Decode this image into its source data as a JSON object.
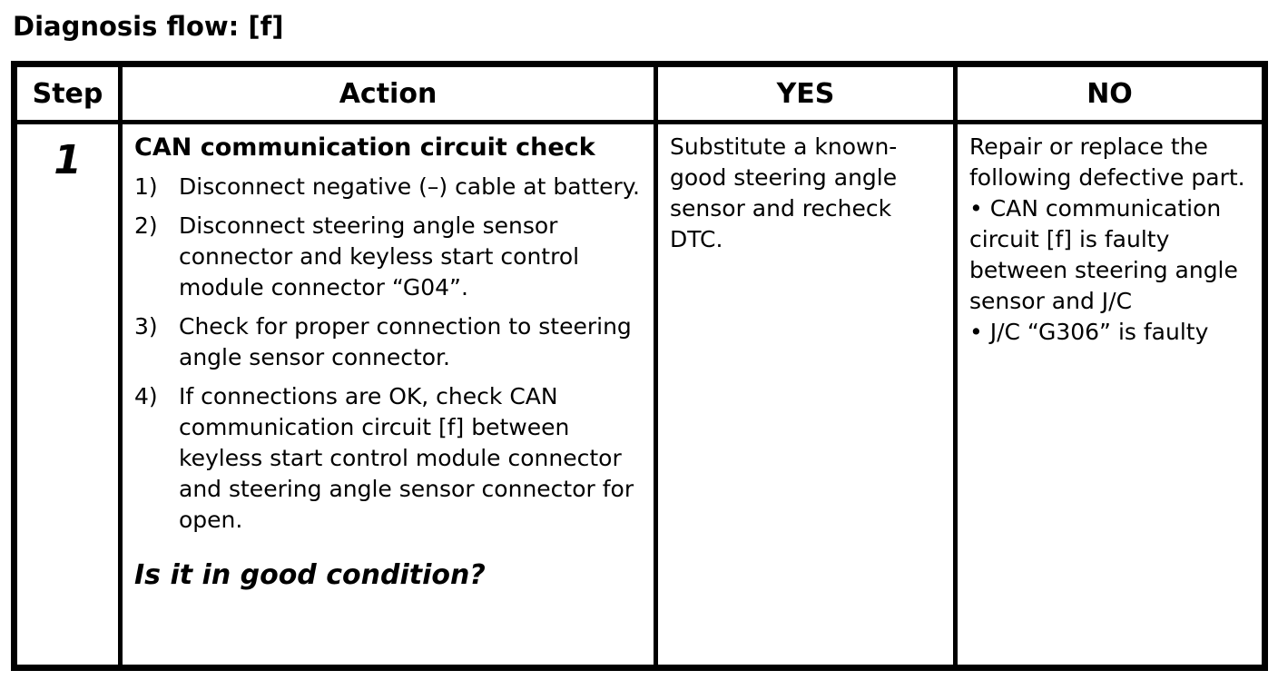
{
  "page": {
    "title": "Diagnosis flow: [f]"
  },
  "table": {
    "headers": {
      "step": "Step",
      "action": "Action",
      "yes": "YES",
      "no": "NO"
    },
    "rows": [
      {
        "step": "1",
        "action": {
          "heading": "CAN communication circuit check",
          "items": [
            {
              "num": "1)",
              "text": "Disconnect negative (–) cable at battery."
            },
            {
              "num": "2)",
              "text": "Disconnect steering angle sensor connector and keyless start control module connector “G04”."
            },
            {
              "num": "3)",
              "text": "Check for proper connection to steering angle sensor connector."
            },
            {
              "num": "4)",
              "text": "If connections are OK, check CAN communication circuit [f] between keyless start control module connector and steering angle sensor connector for open."
            }
          ],
          "question": "Is it in good condition?"
        },
        "yes": "Substitute a known-good steering angle sensor and recheck DTC.",
        "no": {
          "intro": "Repair or replace the following defective part.",
          "bullets": [
            "• CAN communication circuit [f] is faulty between steering angle sensor and J/C",
            "• J/C “G306” is faulty"
          ]
        }
      }
    ]
  }
}
